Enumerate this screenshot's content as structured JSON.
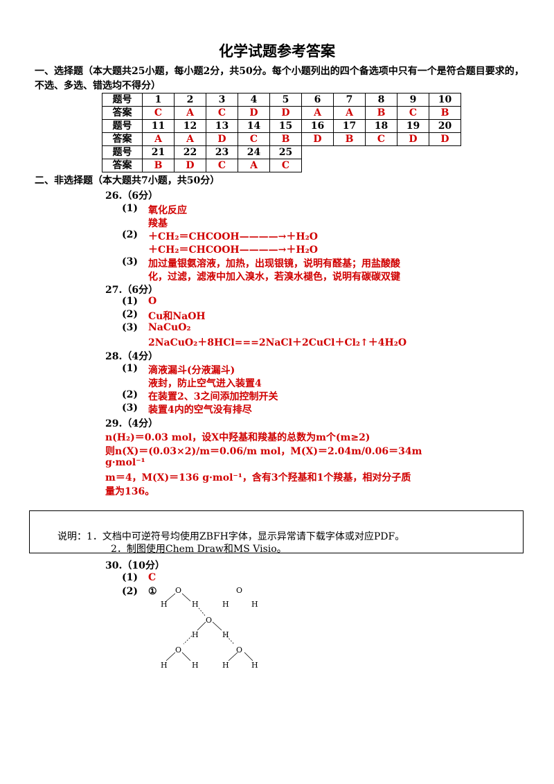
{
  "title": "化学试题参考答案",
  "section1": {
    "heading": "一、选择题（本大题共25小题，每小题2分，共50分。每个小题列出的四个备选项中只有一个是符合题目要求的，不选、多选、错选均不得分）",
    "row_label_no": "题号",
    "row_label_ans": "答案",
    "rows": [
      {
        "nums": [
          "1",
          "2",
          "3",
          "4",
          "5",
          "6",
          "7",
          "8",
          "9",
          "10"
        ],
        "ans": [
          "C",
          "A",
          "C",
          "D",
          "D",
          "A",
          "A",
          "B",
          "C",
          "B"
        ]
      },
      {
        "nums": [
          "11",
          "12",
          "13",
          "14",
          "15",
          "16",
          "17",
          "18",
          "19",
          "20"
        ],
        "ans": [
          "A",
          "A",
          "D",
          "C",
          "B",
          "D",
          "B",
          "C",
          "D",
          "D"
        ]
      },
      {
        "nums": [
          "21",
          "22",
          "23",
          "24",
          "25"
        ],
        "ans": [
          "B",
          "D",
          "C",
          "A",
          "C"
        ]
      }
    ]
  },
  "section2": {
    "heading": "二、非选择题（本大题共7小题，共50分）",
    "q26": {
      "title": "26.（6分）",
      "p1": "(1)",
      "a1a": "氧化反应",
      "a1b": "羧基",
      "p2": "(2)",
      "a2a": "＋CH₂＝CHCOOH————→＋H₂O",
      "a2b": "＋CH₂＝CHCOOH————→＋H₂O",
      "p3": "(3)",
      "a3a": "加过量银氨溶液，加热，出现银镜，说明有醛基；用盐酸酸",
      "a3b": "化，过滤，滤液中加入溴水，若溴水褪色，说明有碳碳双键"
    },
    "q27": {
      "title": "27.（6分）",
      "p1": "(1)",
      "a1": "O",
      "p2": "(2)",
      "a2": "Cu和NaOH",
      "p3": "(3)",
      "a3a": "NaCuO₂",
      "a3b": "2NaCuO₂＋8HCl===2NaCl＋2CuCl＋Cl₂↑＋4H₂O"
    },
    "q28": {
      "title": "28.（4分）",
      "p1": "(1)",
      "a1a": "滴液漏斗(分液漏斗)",
      "a1b": "液封，防止空气进入装置4",
      "p2": "(2)",
      "a2": "在装置2、3之间添加控制开关",
      "p3": "(3)",
      "a3": "装置4内的空气没有排尽"
    },
    "q29": {
      "title": "29.（4分）",
      "l1": "n(H₂)＝0.03  mol，设X中羟基和羧基的总数为m个(m≥2)",
      "l2": "则n(X)＝(0.03×2)/m＝0.06/m  mol，M(X)＝2.04m/0.06＝34m",
      "l3": "g·mol⁻¹",
      "l4": "m＝4，M(X)＝136  g·mol⁻¹，含有3个羟基和1个羧基，相对分子质",
      "l5": "量为136。"
    }
  },
  "note": {
    "l1": "说明：1．文档中可逆符号均使用ZBFH字体，显示异常请下载字体或对应PDF。",
    "l2": "2．制图使用Chem  Draw和MS  Visio。"
  },
  "q30": {
    "title": "30.（10分）",
    "p1": "(1)",
    "a1": "C",
    "p2": "(2)",
    "circ": "①",
    "atoms": {
      "O": "O",
      "H": "H"
    }
  }
}
